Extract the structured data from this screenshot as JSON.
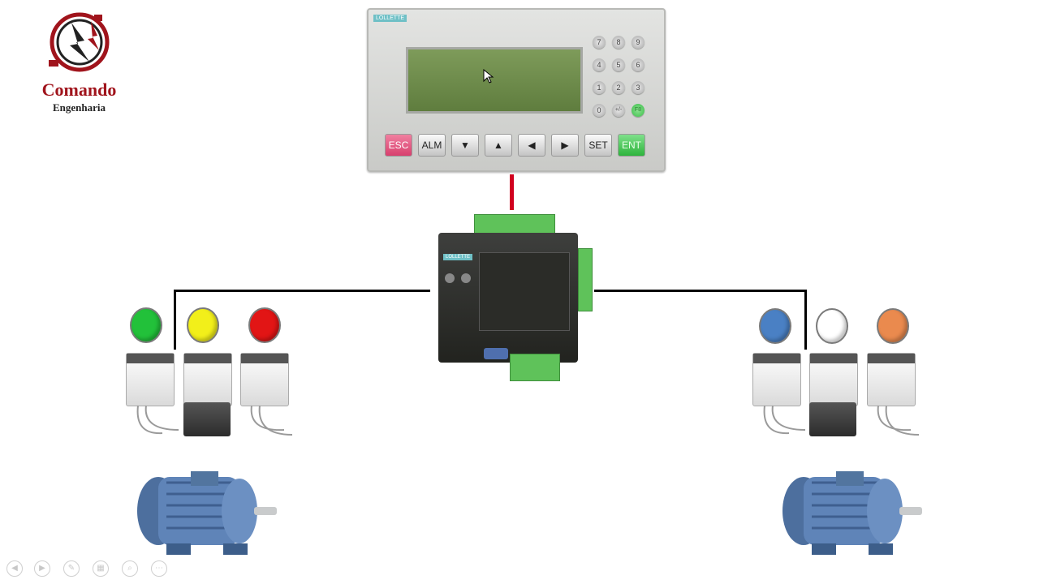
{
  "logo": {
    "title": "Comando",
    "subtitle": "Engenharia",
    "icon": "lightning-plug-icon",
    "color": "#a0141c"
  },
  "hmi": {
    "brand": "LOLLETTE",
    "keypad": [
      "7",
      "8",
      "9",
      "4",
      "5",
      "6",
      "1",
      "2",
      "3",
      "0",
      "+/-",
      "F8"
    ],
    "buttons": [
      "ESC",
      "ALM",
      "▼",
      "▲",
      "◀",
      "▶",
      "SET",
      "ENT"
    ],
    "esc_color": "#e0507a",
    "ent_color": "#3bbf4a"
  },
  "plc": {
    "brand": "LOLLETTE"
  },
  "lamps_left": [
    "#22c13a",
    "#f2ef1a",
    "#e21515"
  ],
  "lamps_right": [
    "#4a80c4",
    "#ffffff",
    "#ea8a4e"
  ],
  "link_color": "#d1001f"
}
